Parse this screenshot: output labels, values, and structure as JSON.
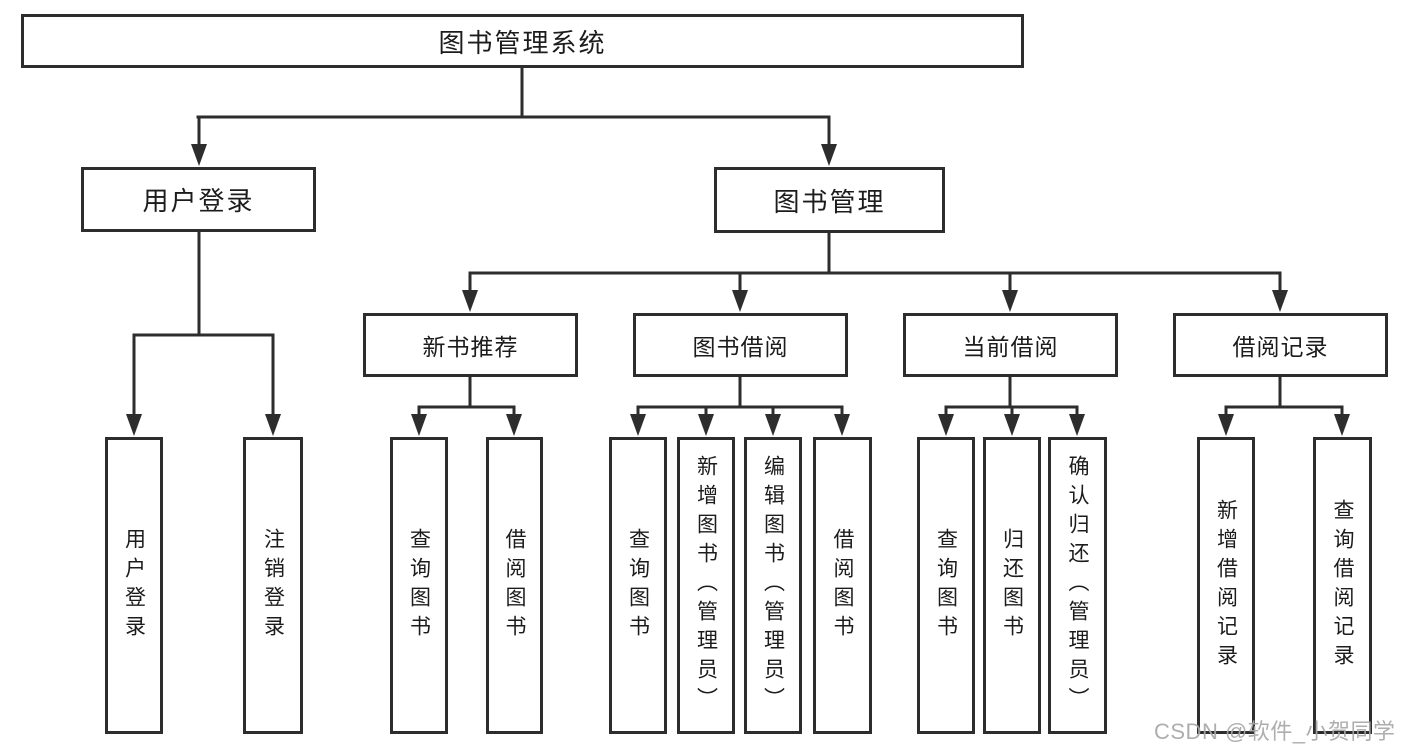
{
  "diagram": {
    "type": "tree",
    "nodes": {
      "root": {
        "label": "图书管理系统"
      },
      "user_login": {
        "label": "用户登录"
      },
      "book_management": {
        "label": "图书管理"
      },
      "new_book_recommend": {
        "label": "新书推荐"
      },
      "book_borrow": {
        "label": "图书借阅"
      },
      "current_borrow": {
        "label": "当前借阅"
      },
      "borrow_records": {
        "label": "借阅记录"
      },
      "leaf_user_login": {
        "label": "用户登录"
      },
      "leaf_logout": {
        "label": "注销登录"
      },
      "leaf_query_book_recommend": {
        "label": "查询图书"
      },
      "leaf_borrow_book_recommend": {
        "label": "借阅图书"
      },
      "leaf_query_book_borrow": {
        "label": "查询图书"
      },
      "leaf_add_book_admin": {
        "label": "新增图书（管理员）"
      },
      "leaf_edit_book_admin": {
        "label": "编辑图书（管理员）"
      },
      "leaf_borrow_book_borrow": {
        "label": "借阅图书"
      },
      "leaf_query_book_current": {
        "label": "查询图书"
      },
      "leaf_return_book": {
        "label": "归还图书"
      },
      "leaf_confirm_return_admin": {
        "label": "确认归还（管理员）"
      },
      "leaf_add_borrow_record": {
        "label": "新增借阅记录"
      },
      "leaf_query_borrow_record": {
        "label": "查询借阅记录"
      }
    },
    "edges": [
      [
        "root",
        "user_login"
      ],
      [
        "root",
        "book_management"
      ],
      [
        "user_login",
        "leaf_user_login"
      ],
      [
        "user_login",
        "leaf_logout"
      ],
      [
        "book_management",
        "new_book_recommend"
      ],
      [
        "book_management",
        "book_borrow"
      ],
      [
        "book_management",
        "current_borrow"
      ],
      [
        "book_management",
        "borrow_records"
      ],
      [
        "new_book_recommend",
        "leaf_query_book_recommend"
      ],
      [
        "new_book_recommend",
        "leaf_borrow_book_recommend"
      ],
      [
        "book_borrow",
        "leaf_query_book_borrow"
      ],
      [
        "book_borrow",
        "leaf_add_book_admin"
      ],
      [
        "book_borrow",
        "leaf_edit_book_admin"
      ],
      [
        "book_borrow",
        "leaf_borrow_book_borrow"
      ],
      [
        "current_borrow",
        "leaf_query_book_current"
      ],
      [
        "current_borrow",
        "leaf_return_book"
      ],
      [
        "current_borrow",
        "leaf_confirm_return_admin"
      ],
      [
        "borrow_records",
        "leaf_add_borrow_record"
      ],
      [
        "borrow_records",
        "leaf_query_borrow_record"
      ]
    ],
    "colors": {
      "line": "#2d2d2d",
      "box_border": "#2d2d2d",
      "text": "#1c1c1c",
      "watermark": "#a7a7a7",
      "background": "#ffffff"
    },
    "watermark": "CSDN @软件_小贺同学"
  }
}
